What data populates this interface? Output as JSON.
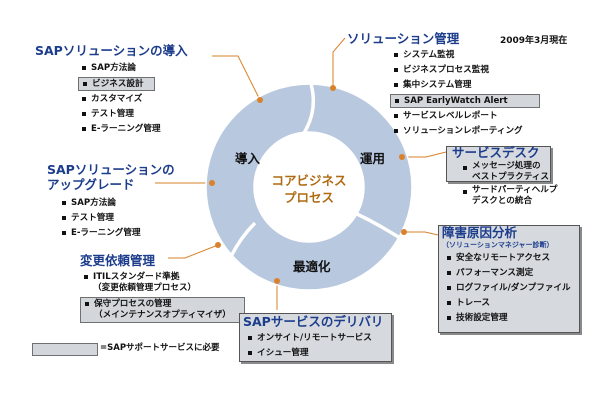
{
  "date": "2009年3月現在",
  "cycle": {
    "intro": "導入",
    "operate": "運用",
    "optimize": "最適化",
    "center_line1": "コアビジネス",
    "center_line2": "プロセス"
  },
  "intro_section": {
    "title": "SAPソリューションの導入",
    "items": [
      "SAP方法論",
      "ビジネス設計",
      "カスタマイズ",
      "テスト管理",
      "E-ラーニング管理"
    ]
  },
  "upgrade_section": {
    "title_line1": "SAPソリューションの",
    "title_line2": "アップグレード",
    "items": [
      "SAP方法論",
      "テスト管理",
      "E-ラーニング管理"
    ]
  },
  "change_section": {
    "title": "変更依頼管理",
    "item1_line1": "ITILスタンダード準拠",
    "item1_line2": "（変更依頼管理プロセス）",
    "item2_line1": "保守プロセスの管理",
    "item2_line2": "（メインテナンスオプティマイザ）"
  },
  "ops_section": {
    "title": "ソリューション管理",
    "items": [
      "システム監視",
      "ビジネスプロセス監視",
      "集中システム管理",
      "SAP EarlyWatch Alert",
      "サービスレベルレポート",
      "ソリューションレポーティング"
    ]
  },
  "service_desk": {
    "title": "サービスデスク",
    "item1_line1": "メッセージ処理の",
    "item1_line2": "ベストプラクティス",
    "item2_line1": "サードパーティヘルプ",
    "item2_line2": "デスクとの統合"
  },
  "root_cause": {
    "title": "障害原因分析",
    "subtitle": "（ソリューションマネジャー診断）",
    "items": [
      "安全なリモートアクセス",
      "パフォーマンス測定",
      "ログファイル/ダンプファイル",
      "トレース",
      "技術設定管理"
    ]
  },
  "delivery": {
    "title": "SAPサービスのデリバリ",
    "items": [
      "オンサイト/リモートサービス",
      "イシュー管理"
    ]
  },
  "legend": {
    "text": "=SAPサポートサービスに必要"
  },
  "colors": {
    "ring": "#b8c8df",
    "title_blue": "#1c3c8c",
    "connector": "#d9822b",
    "center_text": "#b06a12",
    "highlight_box": "#d3d7dc"
  }
}
